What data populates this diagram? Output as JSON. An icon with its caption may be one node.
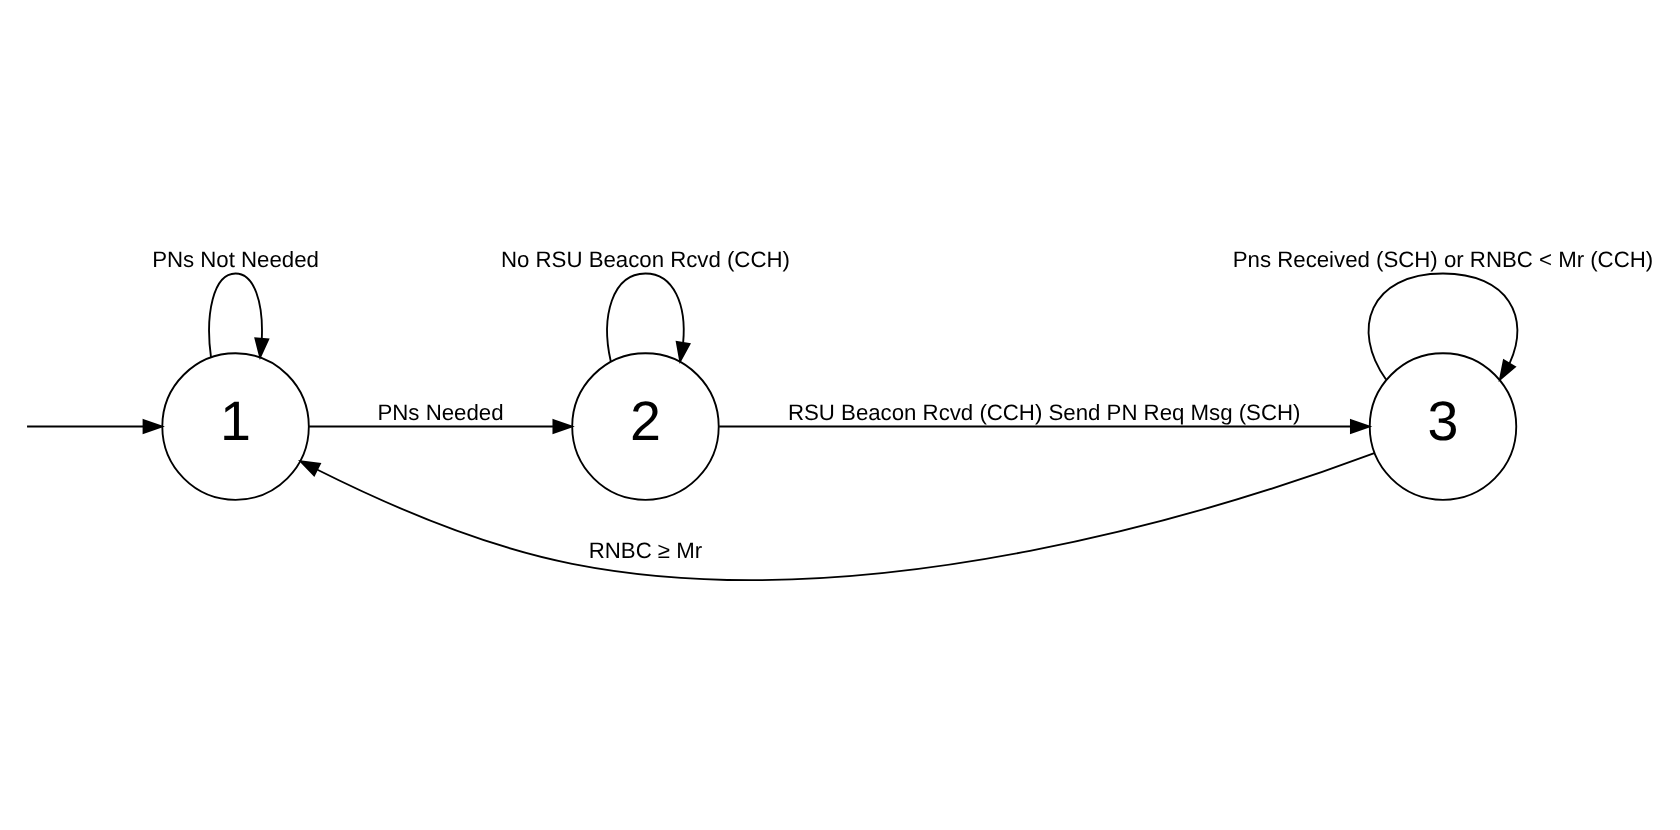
{
  "diagram": {
    "nodes": [
      {
        "text": [
          "1"
        ]
      },
      {
        "text": [
          "2"
        ]
      },
      {
        "text": [
          "3"
        ]
      }
    ],
    "edges": [
      {
        "from": 0,
        "to": 0,
        "arrow": "to",
        "label": "PNs Not Needed"
      },
      {
        "from": 0,
        "to": 1,
        "arrow": "to",
        "label": "PNs Needed"
      },
      {
        "from": 1,
        "to": 1,
        "arrow": "to",
        "label": "No RSU Beacon Rcvd (CCH)"
      },
      {
        "from": 1,
        "to": 2,
        "arrow": "to",
        "label": "RSU Beacon Rcvd (CCH) Send PN Req Msg (SCH)"
      },
      {
        "from": 2,
        "to": 0,
        "arrow": "to",
        "label": "RNBC ≥ Mr"
      },
      {
        "from": 2,
        "to": 2,
        "arrow": "to",
        "label": "Pns Received (SCH) or RNBC < Mr (CCH)"
      },
      {
        "from": null,
        "to": 0,
        "arrow": "to"
      }
    ]
  }
}
